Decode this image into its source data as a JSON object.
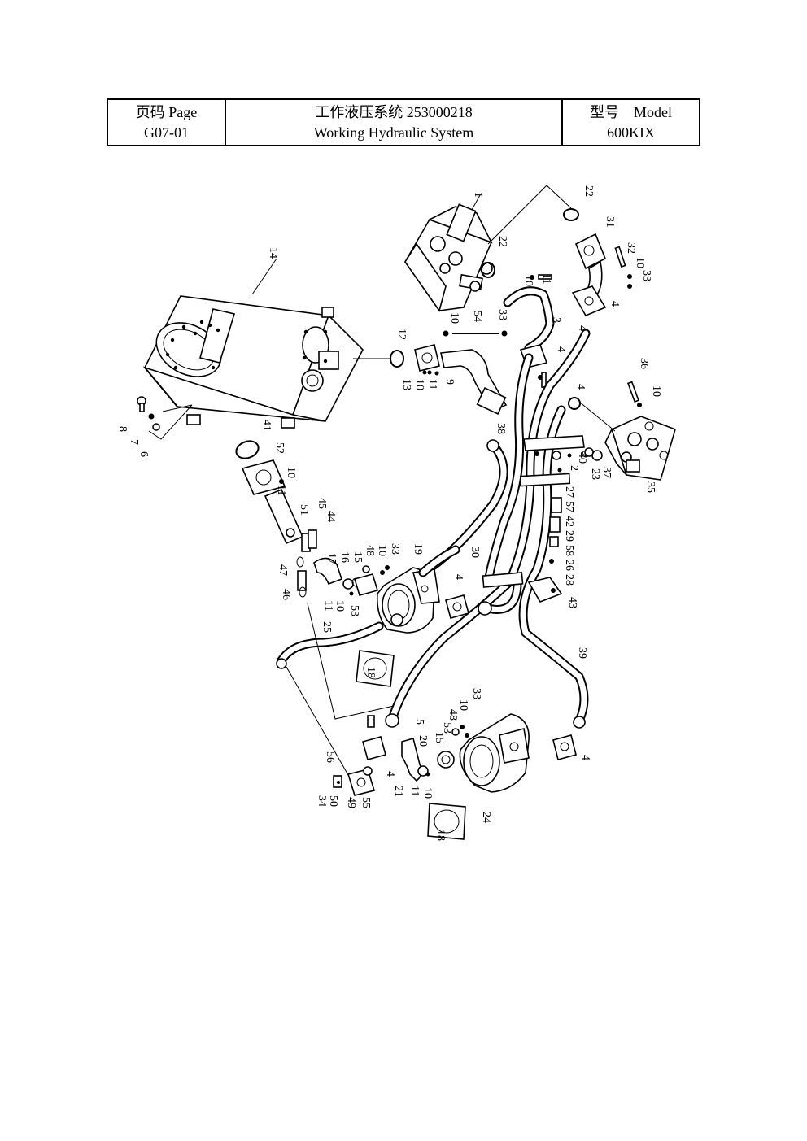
{
  "header": {
    "page_label": "页码 Page",
    "page_number": "G07-01",
    "title_cn": "工作液压系统 253000218",
    "title_en": "Working Hydraulic System",
    "model_label": "型号　Model",
    "model_value": "600KIX"
  },
  "callouts": {
    "c1": "1",
    "c22a": "22",
    "c22b": "22",
    "c31": "31",
    "c32": "32",
    "c10a": "10",
    "c33a": "33",
    "c4a": "4",
    "c14": "14",
    "c11a": "11",
    "c10b": "10",
    "c54": "54",
    "c33b": "33",
    "c3": "3",
    "c4b": "4",
    "c12": "12",
    "c13": "13",
    "c10c": "10",
    "c11b": "11",
    "c9": "9",
    "c36": "36",
    "c10d": "10",
    "c4c": "4",
    "c8": "8",
    "c7": "7",
    "c6": "6",
    "c41": "41",
    "c38": "38",
    "c2": "2",
    "c40": "40",
    "c23": "23",
    "c37": "37",
    "c35": "35",
    "c52": "52",
    "c10e": "10",
    "c11c": "11",
    "c27": "27",
    "c57": "57",
    "c42": "42",
    "c29": "29",
    "c58": "58",
    "c26": "26",
    "c28": "28",
    "c45": "45",
    "c44": "44",
    "c51": "51",
    "c30": "30",
    "c43": "43",
    "c47": "47",
    "c46": "46",
    "c17": "17",
    "c16": "16",
    "c15a": "15",
    "c48a": "48",
    "c10f": "10",
    "c33c": "33",
    "c19": "19",
    "c4d": "4",
    "c11d": "11",
    "c10g": "10",
    "c53a": "53",
    "c25": "25",
    "c18a": "18",
    "c39": "39",
    "c5": "5",
    "c33d": "33",
    "c10h": "10",
    "c48b": "48",
    "c53b": "53",
    "c20": "20",
    "c15b": "15",
    "c56": "56",
    "c4e": "4",
    "c4f": "4",
    "c34": "34",
    "c50": "50",
    "c49": "49",
    "c55": "55",
    "c21": "21",
    "c11e": "11",
    "c10i": "10",
    "c18b": "18",
    "c24": "24"
  }
}
